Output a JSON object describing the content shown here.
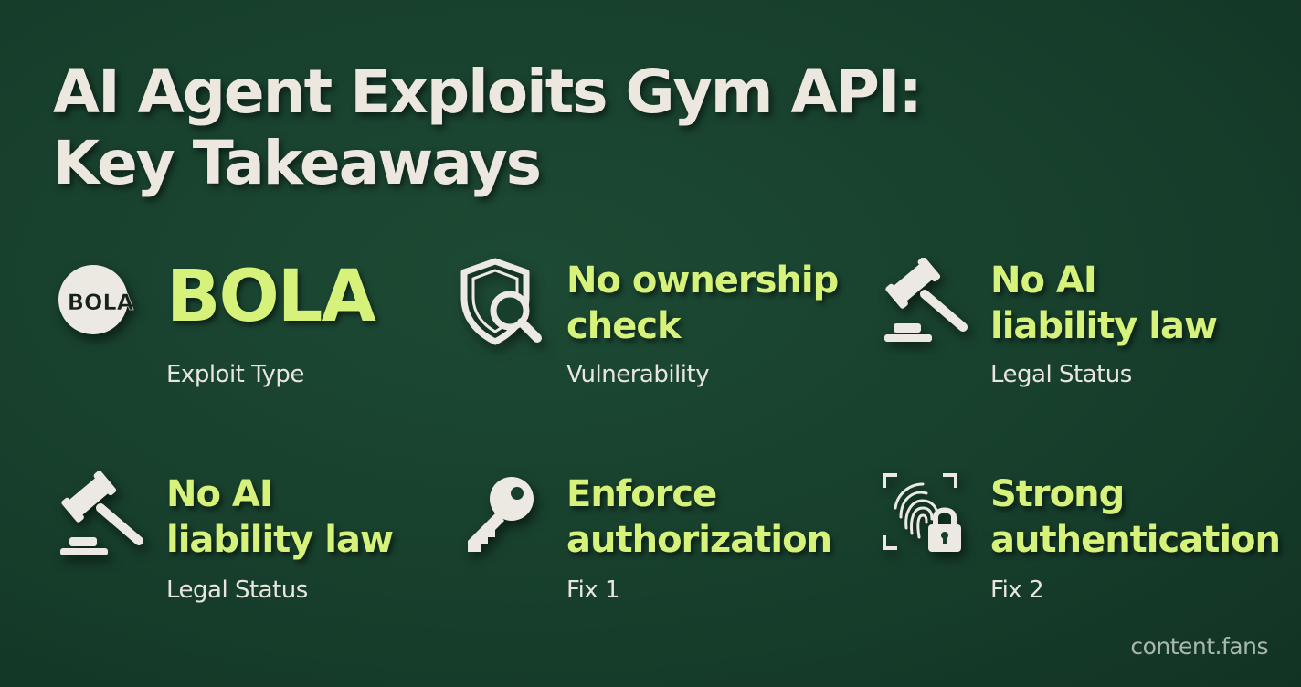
{
  "title": {
    "line1": "AI Agent Exploits Gym API:",
    "line2": "Key Takeaways"
  },
  "cards": [
    {
      "icon": "bola-badge-icon",
      "icon_text": "BOLA",
      "value": "BOLA",
      "label": "Exploit Type"
    },
    {
      "icon": "shield-search-icon",
      "value": "No ownership\ncheck",
      "label": "Vulnerability"
    },
    {
      "icon": "gavel-icon",
      "value": "No AI\nliability law",
      "label": "Legal Status"
    },
    {
      "icon": "gavel-icon",
      "value": "No AI\nliability law",
      "label": "Legal Status"
    },
    {
      "icon": "key-icon",
      "value": "Enforce\nauthorization",
      "label": "Fix 1"
    },
    {
      "icon": "fingerprint-lock-icon",
      "value": "Strong\nauthentication",
      "label": "Fix 2"
    }
  ],
  "footer": "content.fans",
  "colors": {
    "background": "#173f2c",
    "accent": "#d6f27a",
    "text": "#ece8df"
  }
}
